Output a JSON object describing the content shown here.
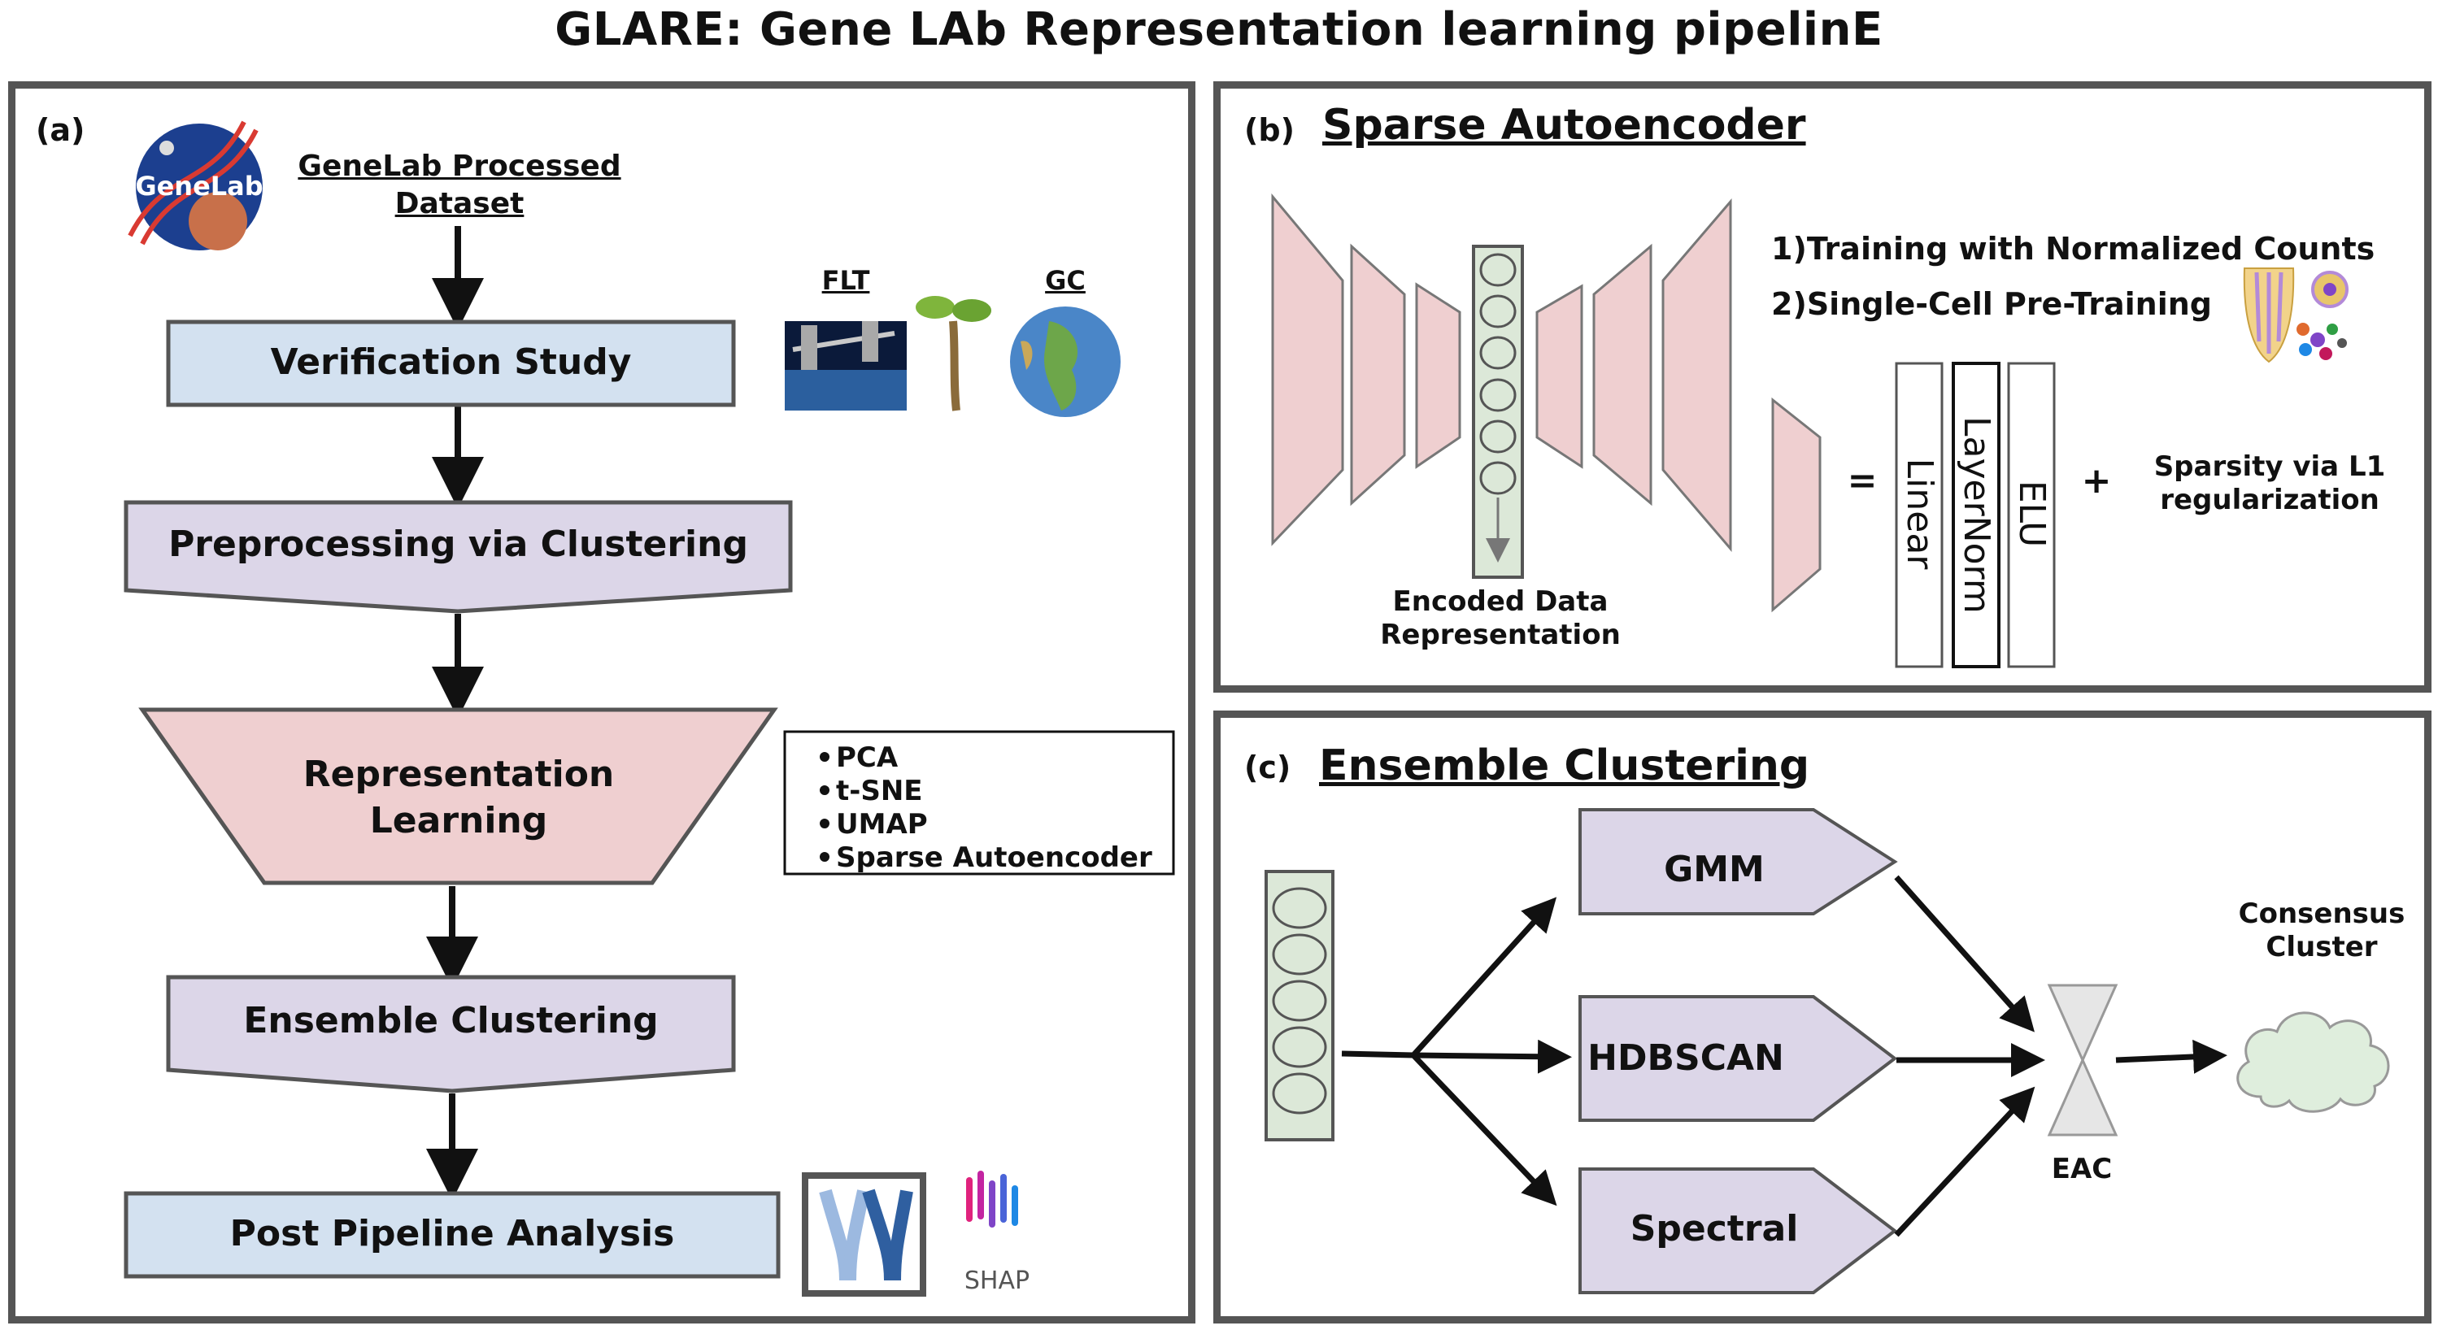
{
  "title": "GLARE: Gene LAb Representation learning pipelinE",
  "panel_a": {
    "label": "(a)",
    "logo_text": "GeneLab",
    "source": "GeneLab Processed Dataset",
    "flt": "FLT",
    "gc": "GC",
    "steps": {
      "verification": "Verification Study",
      "preprocessing": "Preprocessing via Clustering",
      "representation": "Representation Learning",
      "ensemble": "Ensemble Clustering",
      "post": "Post Pipeline Analysis"
    },
    "methods": [
      "PCA",
      "t-SNE",
      "UMAP",
      "Sparse Autoencoder"
    ],
    "shap": "SHAP"
  },
  "panel_b": {
    "label": "(b)",
    "title": "Sparse Autoencoder",
    "encoded": "Encoded Data Representation",
    "training": [
      "1)",
      "Training with Normalized Counts",
      "2)",
      "Single-Cell Pre-Training"
    ],
    "equals": "=",
    "layers": [
      "Linear",
      "LayerNorm",
      "ELU"
    ],
    "plus": "+",
    "sparsity": "Sparsity via L1 regularization"
  },
  "panel_c": {
    "label": "(c)",
    "title": "Ensemble Clustering",
    "methods": [
      "GMM",
      "HDBSCAN",
      "Spectral"
    ],
    "eac": "EAC",
    "consensus": "Consensus Cluster"
  },
  "colors": {
    "blue_box": "#d3e1f0",
    "purple_box": "#dcd6e8",
    "pink_box": "#efcfd0",
    "node_fill": "#dce8d8",
    "eac_fill": "#e6e6e6",
    "cloud_fill": "#dfeedd",
    "border": "#555555"
  }
}
